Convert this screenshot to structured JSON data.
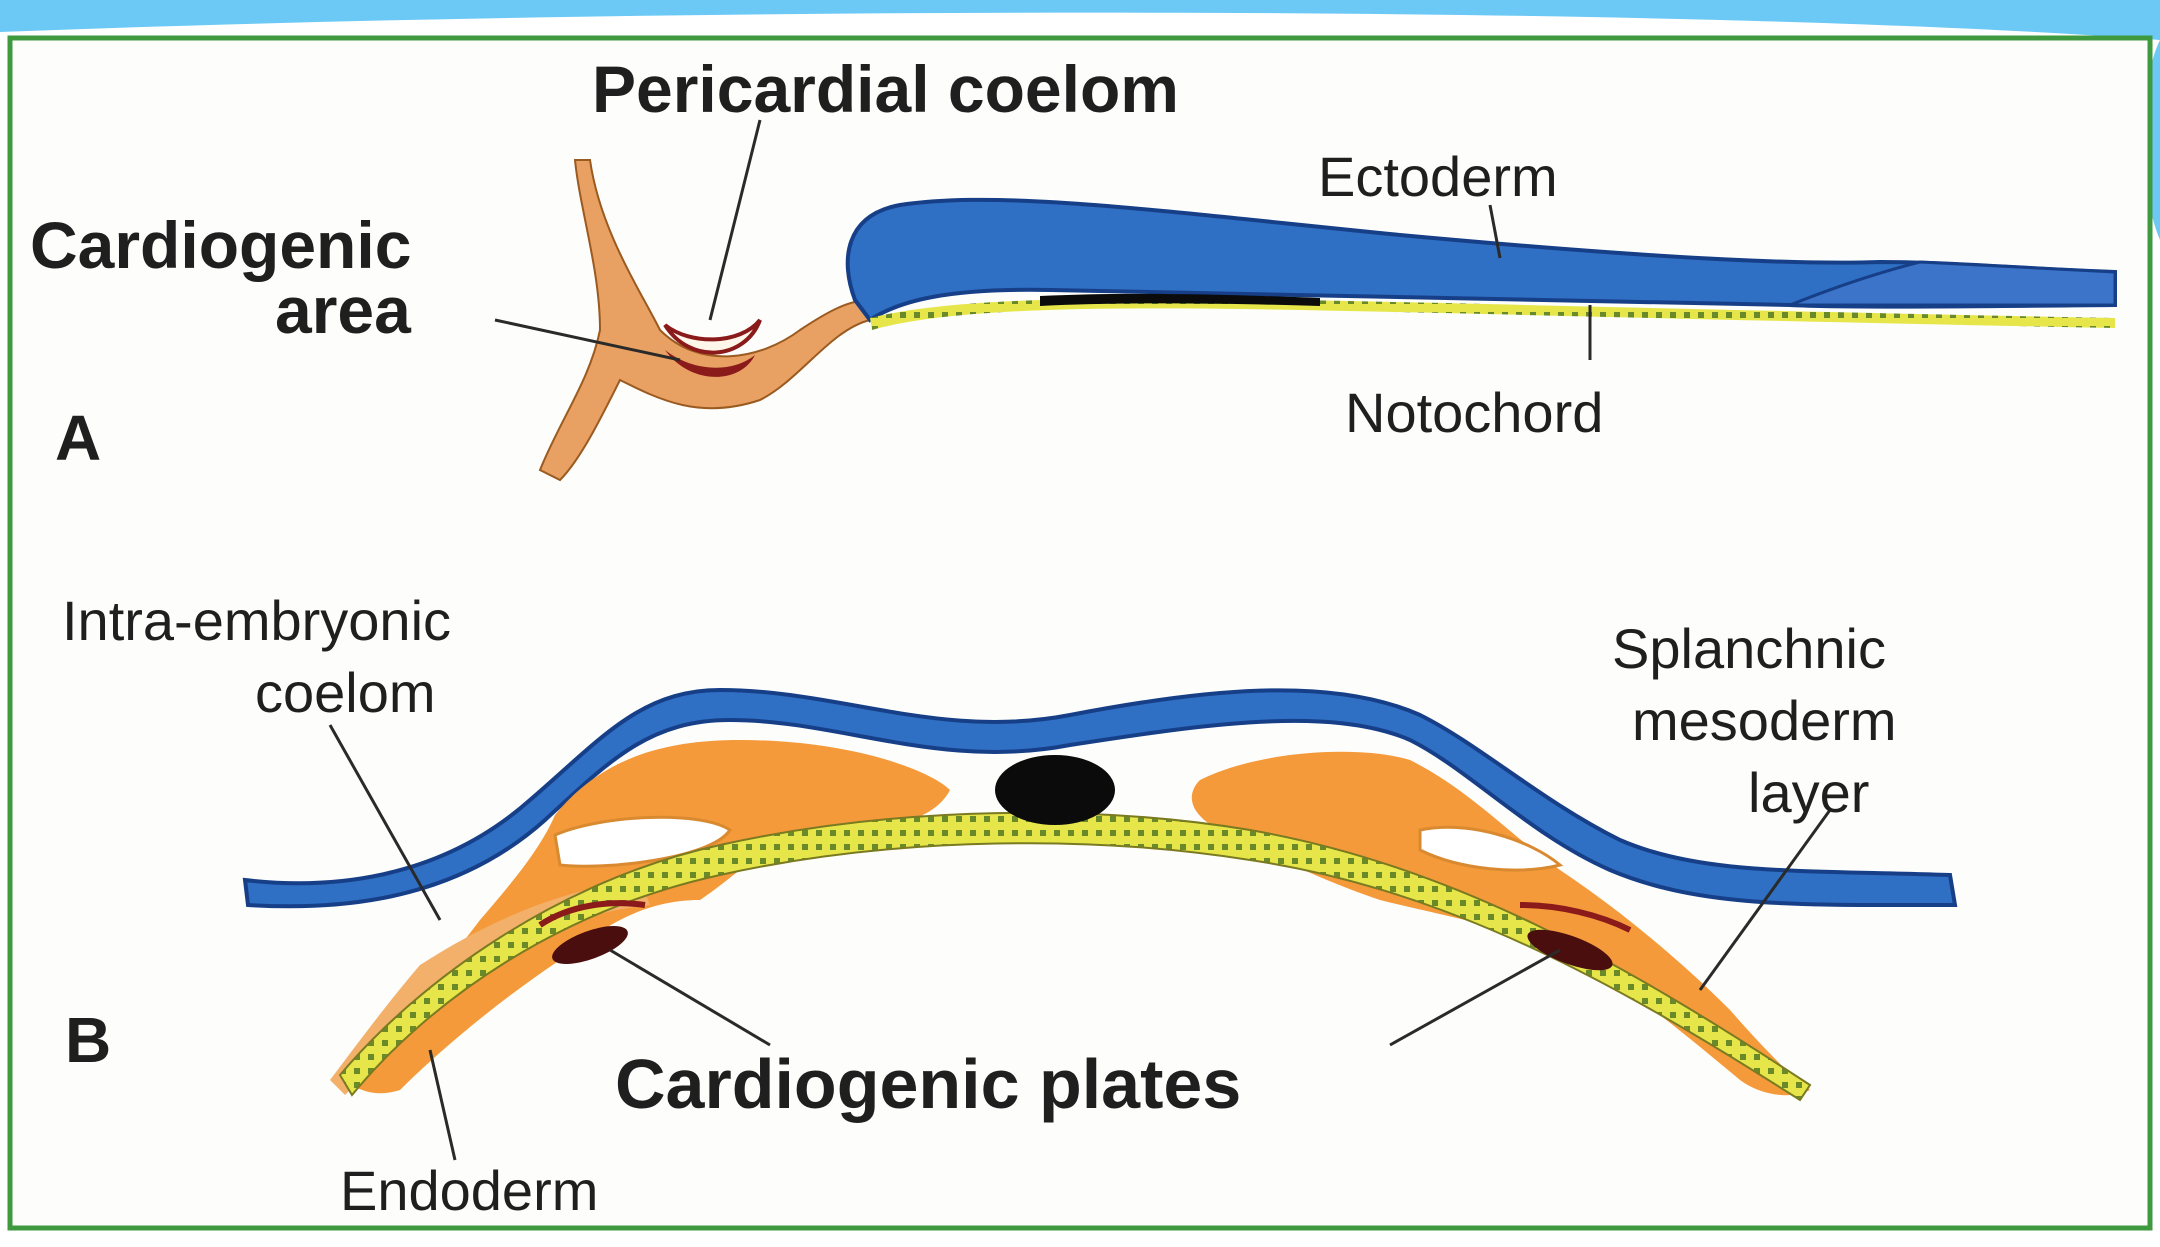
{
  "colors": {
    "slide_arc": "#6cc9f5",
    "frame_border": "#3f9a3f",
    "ectoderm": "#2f6fc4",
    "ectoderm_dark": "#163f88",
    "mesoderm": "#f49a3a",
    "mesoderm_light": "#f2b06a",
    "endoderm": "#e6e64a",
    "cardiogenic": "#8b1a1a",
    "notochord": "#0b0b0b"
  },
  "panel_a": {
    "letter": "A",
    "labels": {
      "pericardial_coelom": "Pericardial coelom",
      "cardiogenic_line1": "Cardiogenic",
      "cardiogenic_line2": "area",
      "ectoderm": "Ectoderm",
      "notochord": "Notochord"
    }
  },
  "panel_b": {
    "letter": "B",
    "labels": {
      "intra_line1": "Intra-embryonic",
      "intra_line2": "coelom",
      "splanchnic_line1": "Splanchnic",
      "splanchnic_line2": "mesoderm",
      "splanchnic_line3": "layer",
      "cardiogenic_plates": "Cardiogenic plates",
      "endoderm": "Endoderm"
    }
  }
}
